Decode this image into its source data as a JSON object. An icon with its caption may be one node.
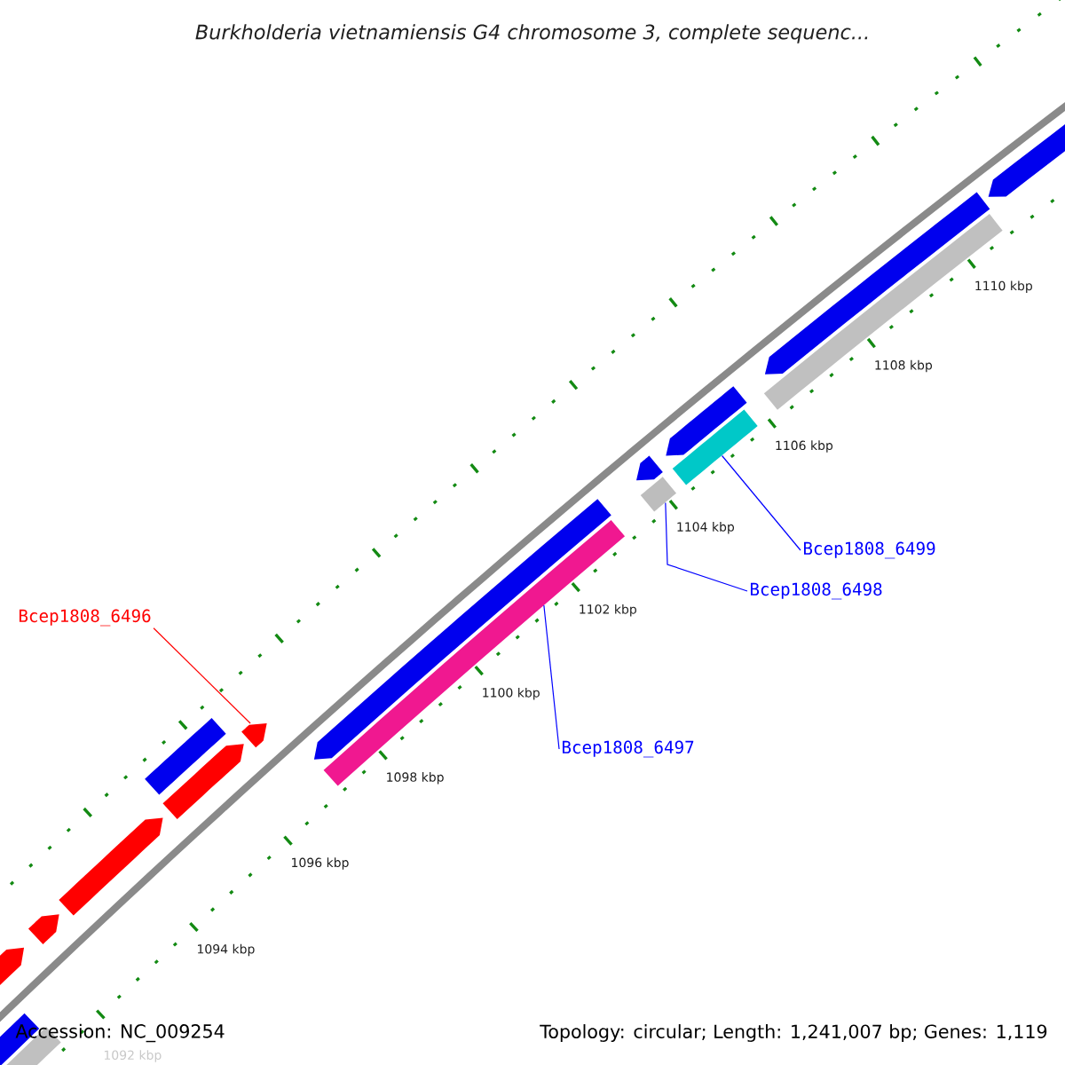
{
  "diagram": {
    "title": "Burkholderia vietnamiensis G4 chromosome 3, complete sequenc...",
    "nodes": [
      {
        "text": [
          "Bcep1808_6499"
        ]
      },
      {
        "text": [
          "Bcep1808_6498"
        ]
      },
      {
        "text": [
          "Bcep1808_6496"
        ]
      },
      {
        "text": [
          "Bcep1808_6497"
        ]
      },
      {
        "text": [],
        "shape": "bar"
      },
      {
        "text": [],
        "shape": "bar"
      },
      {
        "text": [],
        "shape": "bar"
      },
      {
        "text": [],
        "shape": "bar"
      }
    ],
    "edges": [
      {
        "from": 0,
        "to": 7,
        "arrow": "none"
      },
      {
        "from": 1,
        "to": 6,
        "arrow": "none"
      },
      {
        "from": 2,
        "to": 4,
        "arrow": "none",
        "color": "#ff0000"
      },
      {
        "from": 3,
        "to": 5,
        "arrow": "none"
      }
    ],
    "labels": [
      "1110 kbp",
      "1108 kbp",
      "1106 kbp",
      "1104 kbp",
      "1102 kbp",
      "1100 kbp",
      "1098 kbp",
      "1096 kbp",
      "1094 kbp",
      "1092 kbp",
      "Accession: NC_009254",
      "Topology: circular; Length: 1,241,007 bp; Genes: 1,119"
    ]
  }
}
